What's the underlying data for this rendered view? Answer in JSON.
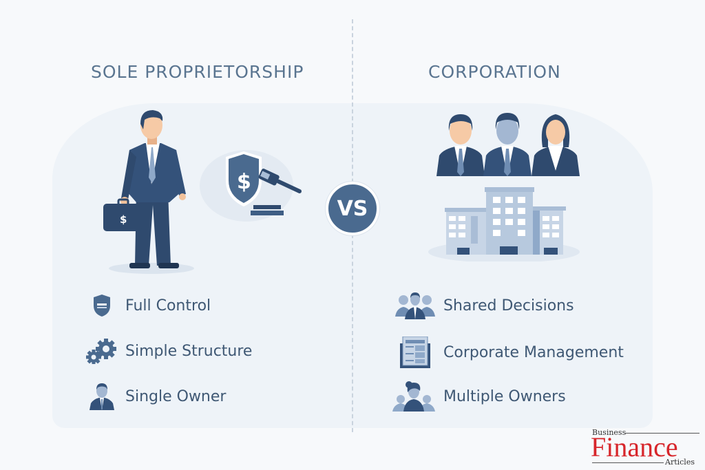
{
  "left": {
    "title": "SOLE PROPRIETORSHIP",
    "illustration": "businessman-with-briefcase-and-shield-gavel",
    "features": [
      {
        "icon": "shield-icon",
        "label": "Full Control"
      },
      {
        "icon": "gears-icon",
        "label": "Simple Structure"
      },
      {
        "icon": "person-icon",
        "label": "Single Owner"
      }
    ]
  },
  "center": {
    "vs_label": "VS"
  },
  "right": {
    "title": "CORPORATION",
    "illustration": "three-executives-and-office-buildings",
    "features": [
      {
        "icon": "team-icon",
        "label": "Shared Decisions"
      },
      {
        "icon": "document-icon",
        "label": "Corporate Management"
      },
      {
        "icon": "group-icon",
        "label": "Multiple Owners"
      }
    ]
  },
  "logo": {
    "top": "Business",
    "main": "Finance",
    "bottom": "Articles"
  },
  "colors": {
    "navy": "#2f4a6e",
    "mid_blue": "#4a6a8f",
    "light_blue": "#a9bdd6",
    "panel_bg": "#eef3f8",
    "text": "#3f5874",
    "logo_red": "#d7262b"
  }
}
